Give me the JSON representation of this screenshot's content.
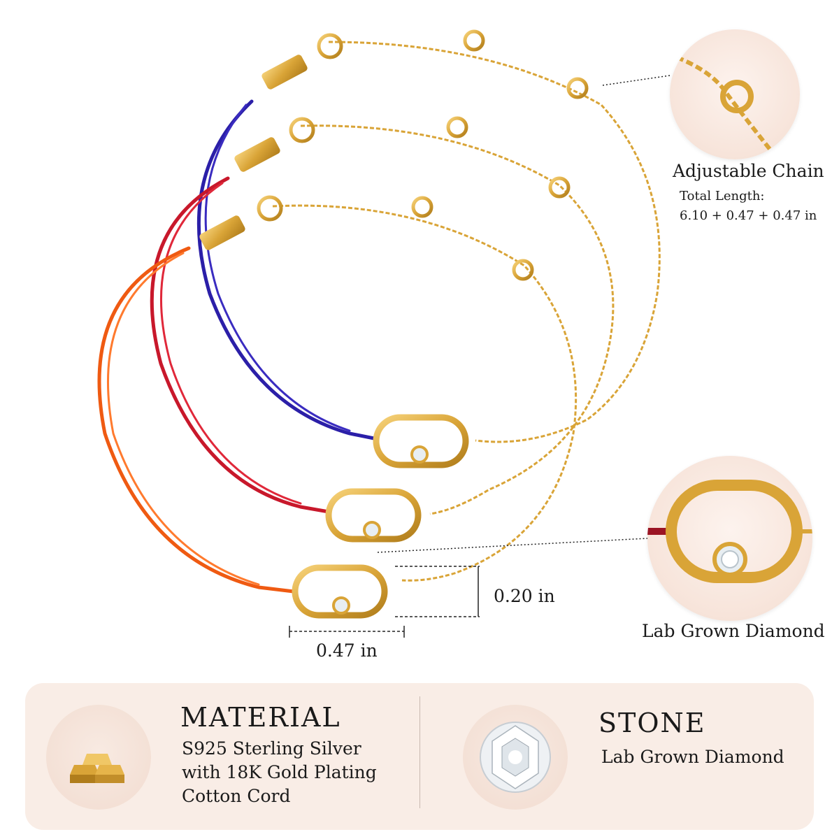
{
  "callouts": {
    "chain": {
      "title": "Adjustable Chain",
      "subtitle": "Total Length:",
      "length": "6.10 + 0.47 + 0.47 in"
    },
    "diamond": {
      "caption": "Lab Grown Diamond"
    }
  },
  "dimensions": {
    "height": "0.20 in",
    "width": "0.47 in"
  },
  "material": {
    "title": "MATERIAL",
    "lines": [
      "S925 Sterling Silver",
      "with 18K Gold Plating",
      "Cotton Cord"
    ]
  },
  "stone": {
    "title": "STONE",
    "line": "Lab Grown Diamond"
  },
  "cord_colors": {
    "blue": "#2b1fa8",
    "red": "#c8182b",
    "orange": "#ef5a12"
  },
  "gold_color": "#d9a437",
  "icons": [
    "gold-bar-icon",
    "diamond-icon"
  ]
}
